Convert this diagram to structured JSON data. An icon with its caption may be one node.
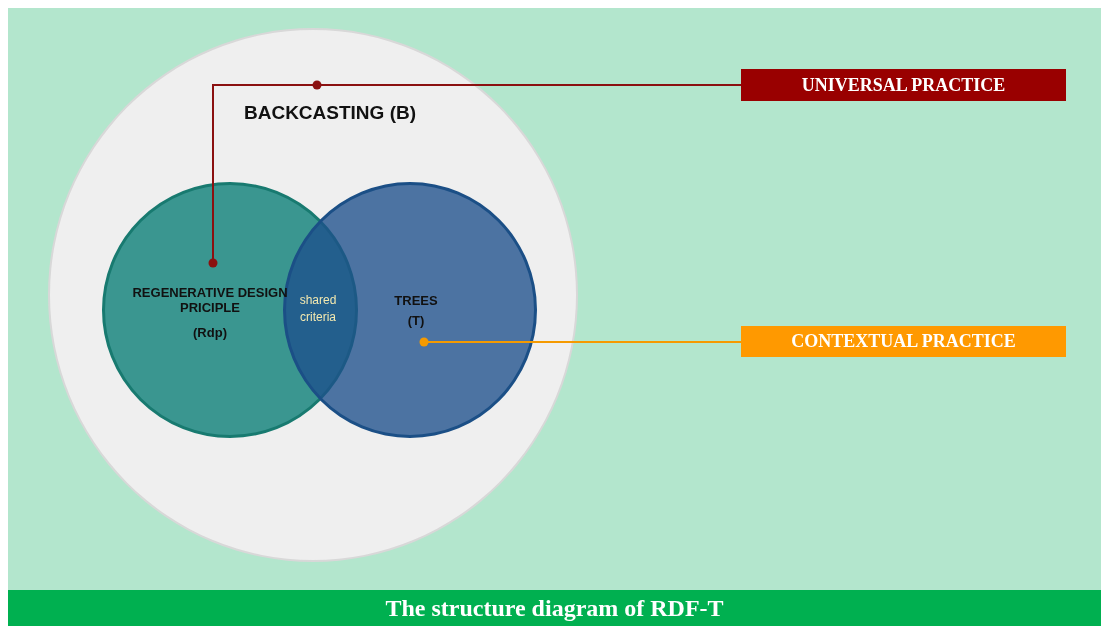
{
  "diagram": {
    "caption": "The structure diagram of RDF-T",
    "nodes": [
      {
        "text": [
          "BACKCASTING (B)"
        ]
      },
      {
        "text": [
          "REGENERATIVE DESIGN PRICIPLE",
          "(Rdp)"
        ],
        "in": 0
      },
      {
        "text": [
          "TREES",
          "(T)"
        ],
        "in": 0
      },
      {
        "text": [
          "shared criteria"
        ]
      },
      {
        "text": [
          "UNIVERSAL PRACTICE"
        ]
      },
      {
        "text": [
          "CONTEXTUAL PRACTICE"
        ]
      }
    ],
    "edges": [
      {
        "from": 4,
        "to": 0,
        "arrow": "other",
        "color": "#8b1010"
      },
      {
        "from": 4,
        "to": 1,
        "arrow": "other",
        "color": "#8b1010"
      },
      {
        "from": 5,
        "to": 2,
        "arrow": "other",
        "color": "#f59a00"
      }
    ]
  }
}
